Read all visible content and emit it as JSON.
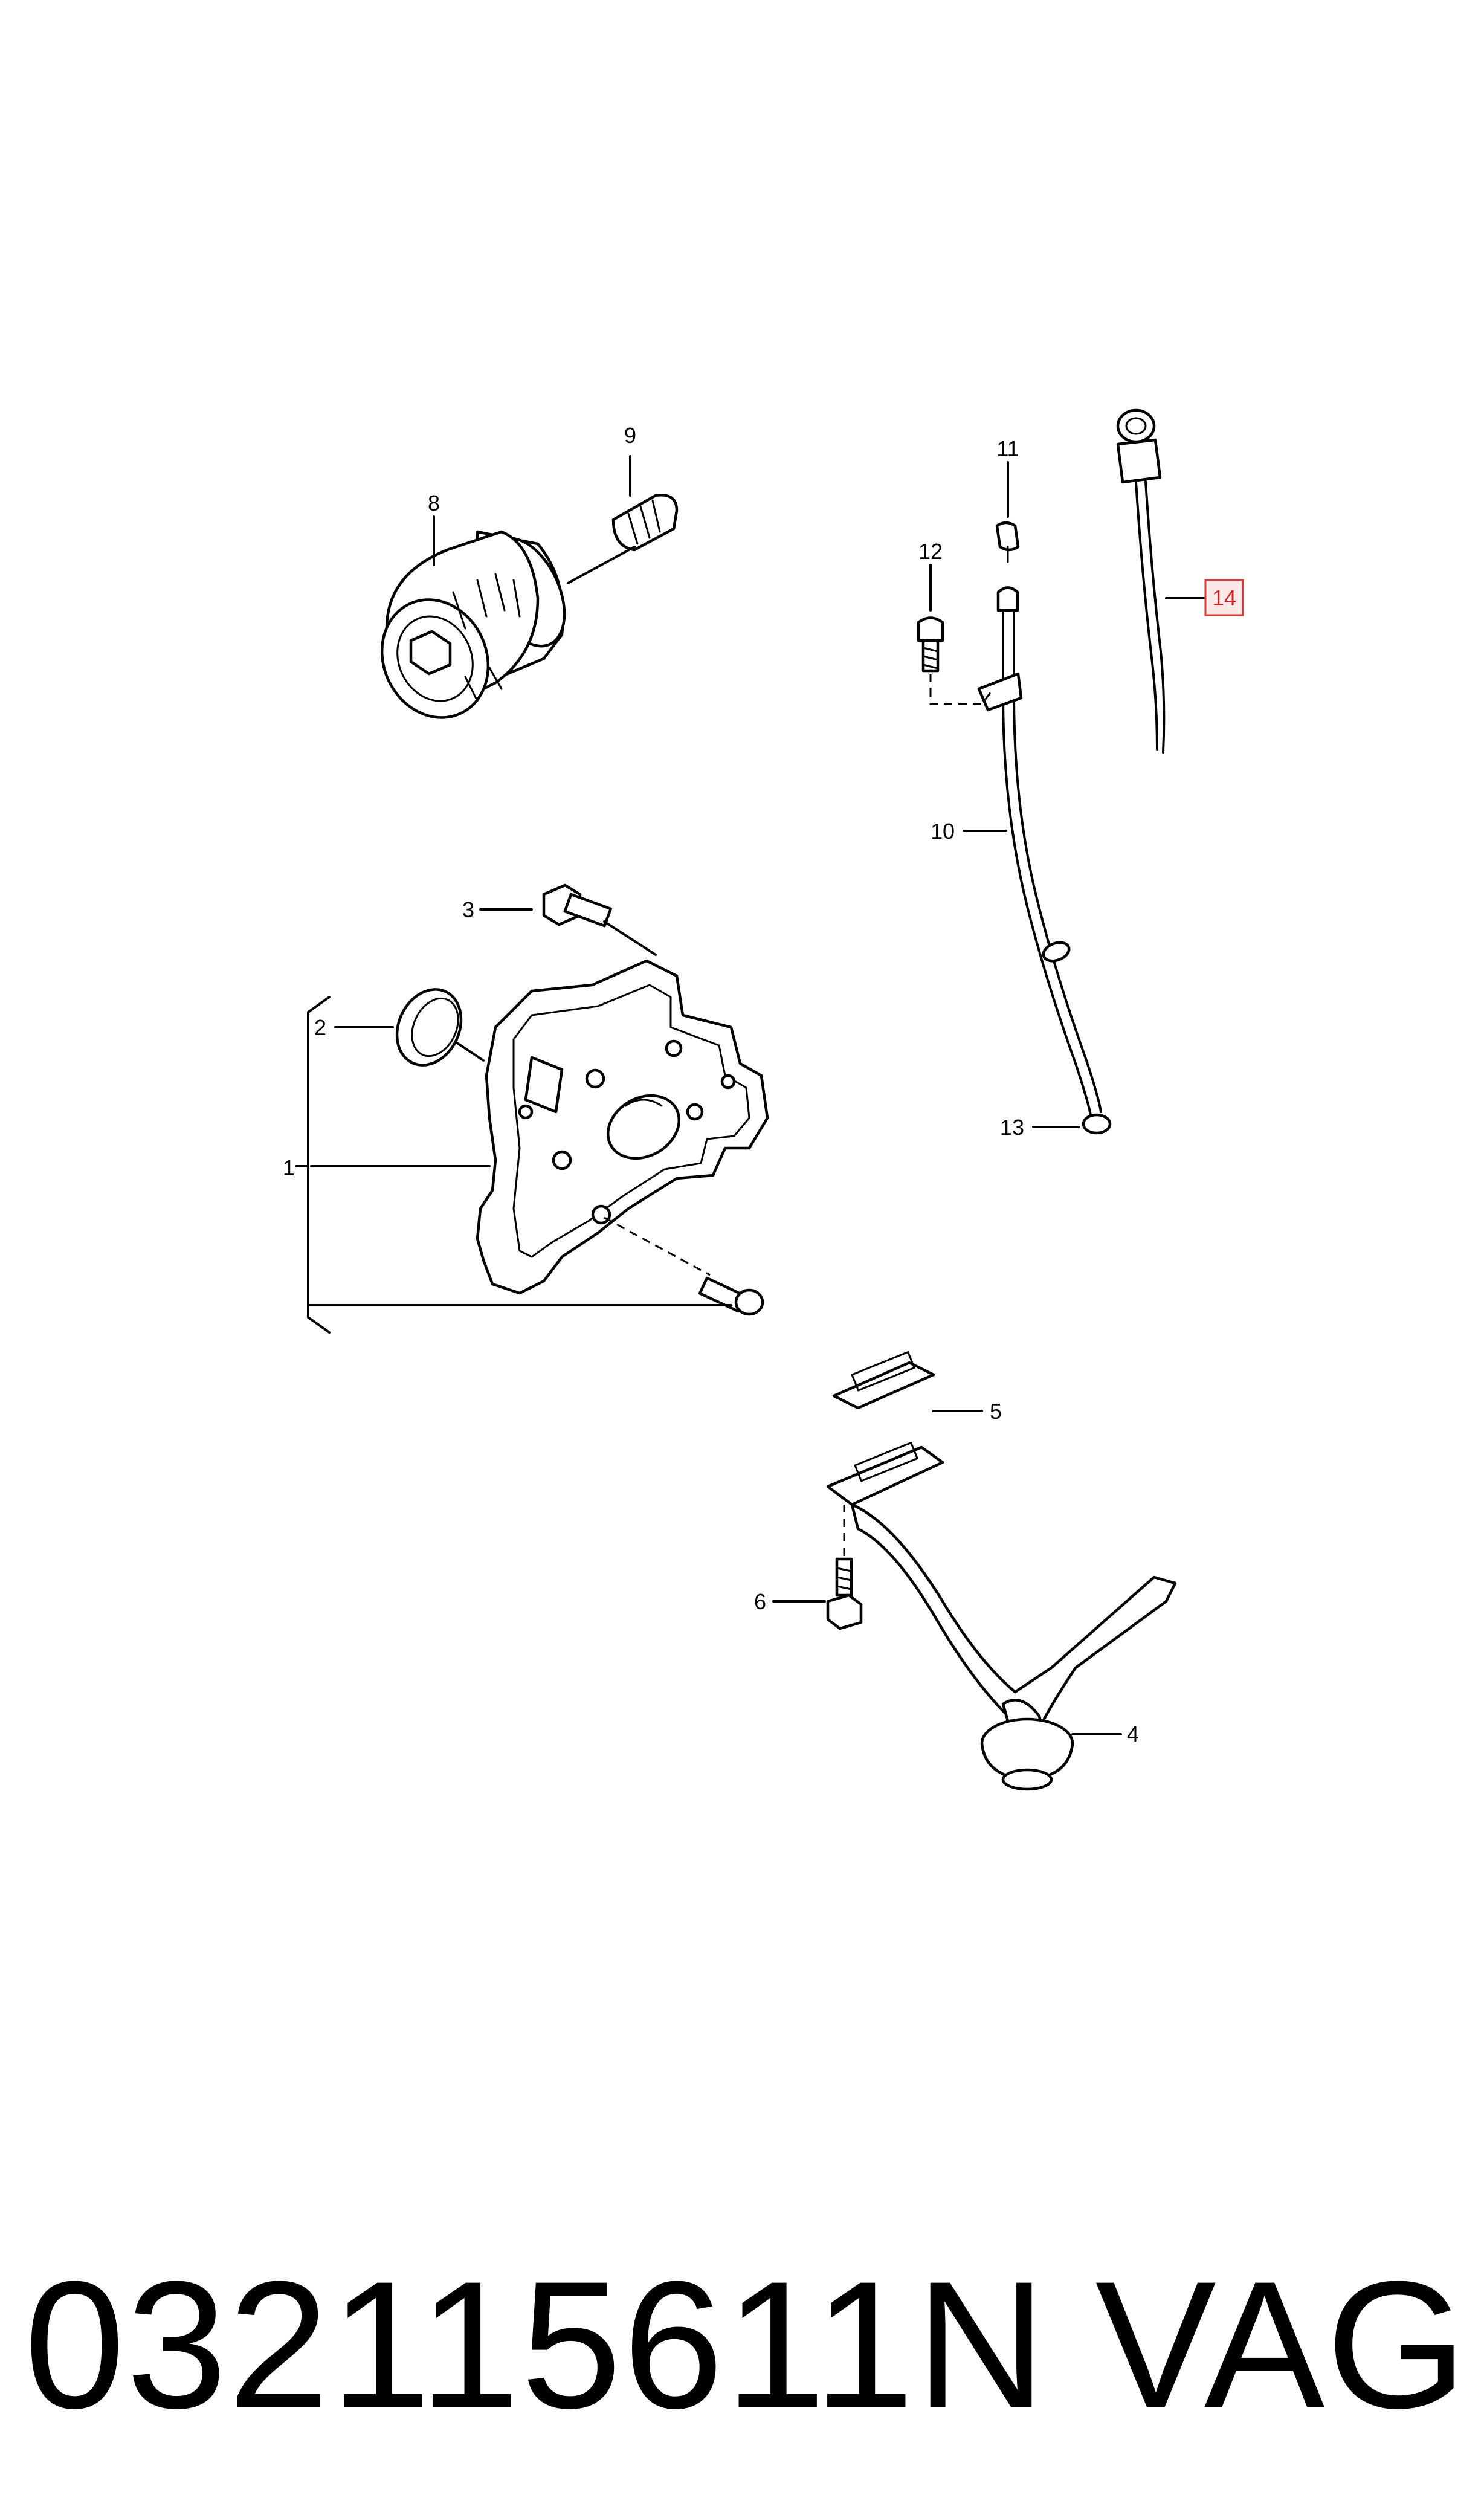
{
  "diagram": {
    "callouts": {
      "c1": "1",
      "c2": "2",
      "c3": "3",
      "c4": "4",
      "c5": "5",
      "c6": "6",
      "c8": "8",
      "c9": "9",
      "c10": "10",
      "c11": "11",
      "c12": "12",
      "c13": "13",
      "c14": "14"
    },
    "highlighted_callout": "14",
    "highlight_color": "#d43c3c"
  },
  "footer": {
    "part_number": "032115611N",
    "brand": "VAG"
  }
}
